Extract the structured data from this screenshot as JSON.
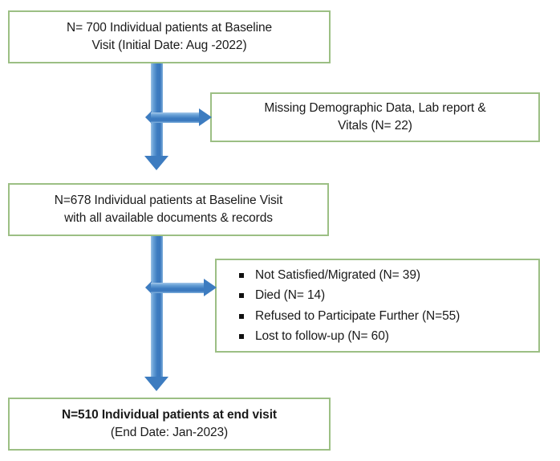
{
  "figure": {
    "type": "flowchart",
    "title": "Patient study flow diagram",
    "colors": {
      "box_border": "#9cbf84",
      "box_fill": "#ffffff",
      "arrow": "#3d7cc0",
      "text": "#1a1a1a",
      "background": "#ffffff"
    }
  },
  "nodes": {
    "baseline": {
      "id": "baseline",
      "lines": [
        "N= 700 Individual patients at Baseline",
        "Visit (Initial Date: Aug -2022)"
      ],
      "n": 700,
      "label_stage": "Baseline Visit",
      "date": "Aug -2022"
    },
    "excluded": {
      "id": "excluded",
      "lines": [
        "Missing Demographic Data, Lab report &",
        "Vitals (N= 22)"
      ],
      "n": 22
    },
    "available": {
      "id": "available",
      "lines": [
        "N=678 Individual patients at Baseline Visit",
        "with all available documents & records"
      ],
      "n": 678
    },
    "lost": {
      "id": "lost",
      "items": [
        "Not Satisfied/Migrated (N= 39)",
        "Died (N= 14)",
        "Refused to Participate Further (N=55)",
        "Lost to follow-up (N= 60)"
      ],
      "counts": [
        39,
        14,
        55,
        60
      ]
    },
    "end": {
      "id": "end",
      "lines": [
        "N=510 Individual patients at end visit",
        "(End Date: Jan-2023)"
      ],
      "n": 510,
      "label_stage": "end visit",
      "date": "Jan-2023"
    }
  },
  "connectors": [
    {
      "id": "stem-1",
      "from": "baseline",
      "to": "available",
      "direction": "down"
    },
    {
      "id": "branch-1",
      "from": "baseline",
      "to": "excluded",
      "direction": "right"
    },
    {
      "id": "stem-2",
      "from": "available",
      "to": "end",
      "direction": "down"
    },
    {
      "id": "branch-2",
      "from": "available",
      "to": "lost",
      "direction": "right"
    }
  ]
}
